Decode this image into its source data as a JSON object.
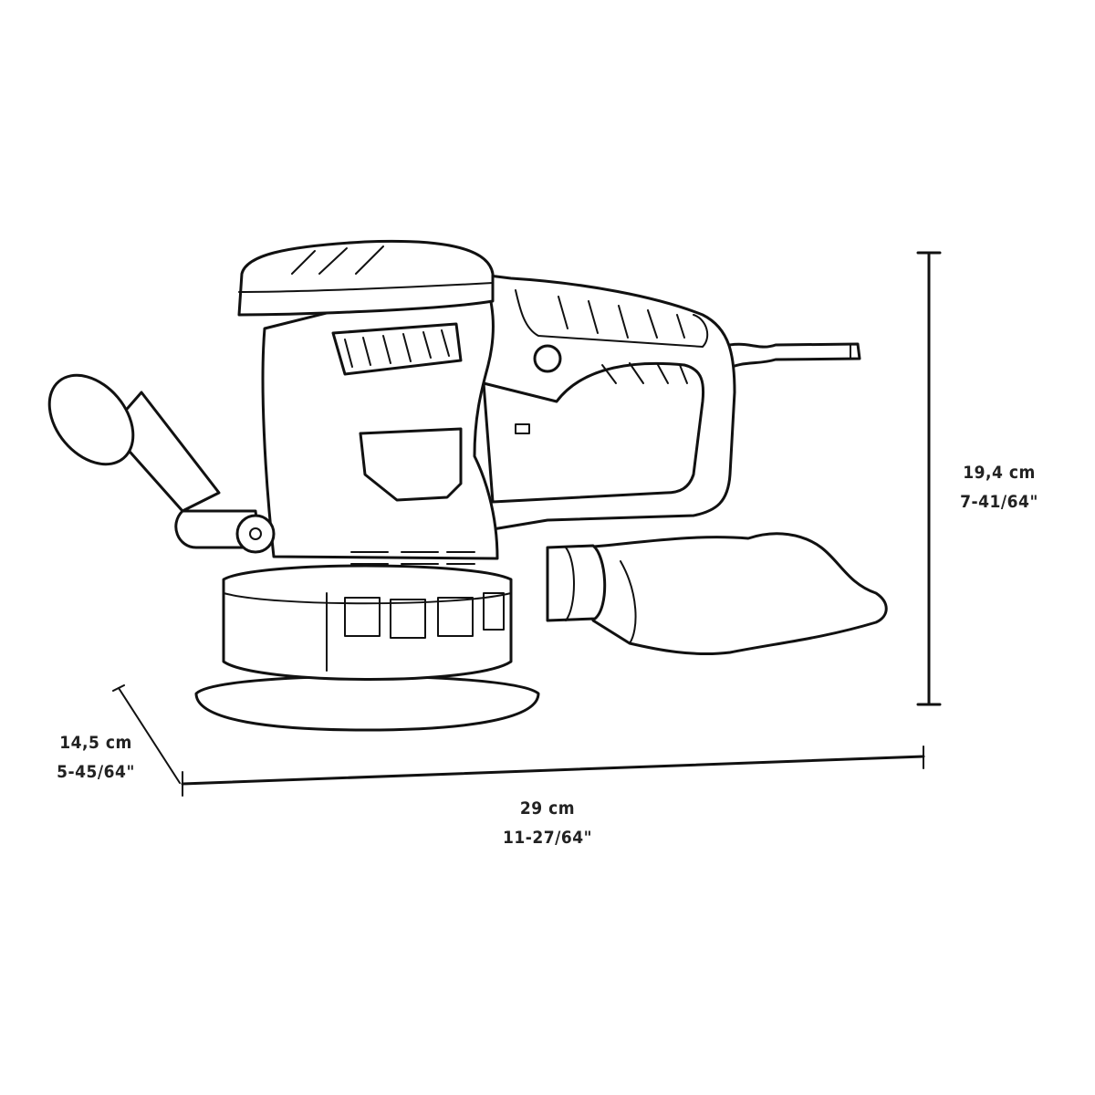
{
  "dimensions": {
    "height": {
      "metric": "19,4 cm",
      "imperial": "7-41/64\""
    },
    "width": {
      "metric": "29 cm",
      "imperial": "11-27/64\""
    },
    "depth": {
      "metric": "14,5 cm",
      "imperial": "5-45/64\""
    }
  }
}
